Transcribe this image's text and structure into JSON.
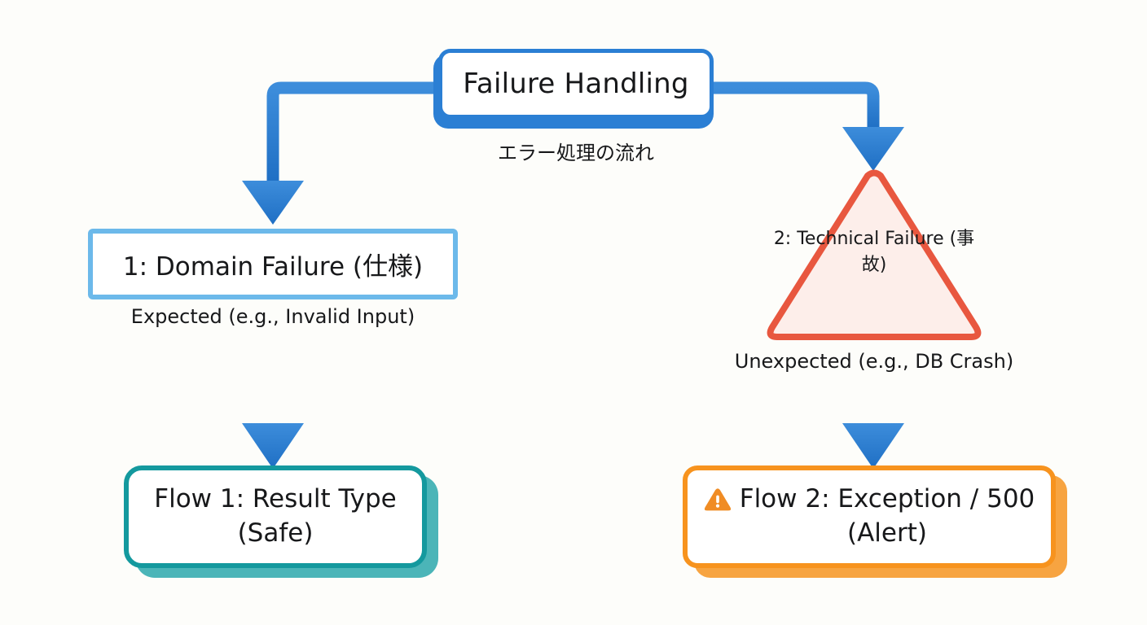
{
  "diagram": {
    "title": "Failure Handling",
    "background": "#fdfdfa",
    "nodes": {
      "root": {
        "label": "Failure Handling",
        "caption": "エラー処理の流れ",
        "color": "#2b7fd4",
        "shape": "rounded-rect-shadow"
      },
      "domain_failure": {
        "label": "1: Domain Failure (仕様)",
        "caption": "Expected (e.g., Invalid Input)",
        "color": "#6cb9ea",
        "shape": "rect"
      },
      "technical_failure": {
        "label": "2:\nTechnical\nFailure\n(事故)",
        "caption": "Unexpected (e.g., DB Crash)",
        "color": "#e8573f",
        "fill": "#fdeeea",
        "shape": "triangle"
      },
      "flow1": {
        "label": "Flow 1: Result Type\n(Safe)",
        "color": "#14999e",
        "shape": "rounded-rect-shadow"
      },
      "flow2": {
        "label": "Flow 2: Exception / 500\n(Alert)",
        "icon": "warning-icon",
        "color": "#f7931e",
        "shape": "rounded-rect-shadow"
      }
    },
    "edges": [
      {
        "name": "root-to-domain-failure",
        "from": "root",
        "to": "domain_failure",
        "color": "#2b7fd4",
        "style": "elbow-left-down"
      },
      {
        "name": "root-to-technical-failure",
        "from": "root",
        "to": "technical_failure",
        "color": "#2b7fd4",
        "style": "elbow-right-down"
      },
      {
        "name": "domain-failure-to-flow1",
        "from": "domain_failure",
        "to": "flow1",
        "color": "#2b7fd4",
        "style": "straight-down"
      },
      {
        "name": "technical-failure-to-flow2",
        "from": "technical_failure",
        "to": "flow2",
        "color": "#2b7fd4",
        "style": "straight-down"
      }
    ]
  },
  "chart_data": {
    "type": "diagram",
    "title": "Failure Handling",
    "subtitle": "エラー処理の流れ",
    "nodes": [
      {
        "id": "root",
        "text": "Failure Handling",
        "caption": "エラー処理の流れ",
        "shape": "rounded-rect",
        "color": "#2b7fd4"
      },
      {
        "id": "domain_failure",
        "text": "1: Domain Failure (仕様)",
        "caption": "Expected (e.g., Invalid Input)",
        "shape": "rect",
        "color": "#6cb9ea"
      },
      {
        "id": "technical_failure",
        "text": "2: Technical Failure (事故)",
        "caption": "Unexpected (e.g., DB Crash)",
        "shape": "triangle",
        "color": "#e8573f"
      },
      {
        "id": "flow1",
        "text": "Flow 1: Result Type (Safe)",
        "shape": "rounded-rect",
        "color": "#14999e"
      },
      {
        "id": "flow2",
        "text": "Flow 2: Exception / 500 (Alert)",
        "shape": "rounded-rect",
        "color": "#f7931e"
      }
    ],
    "edges": [
      [
        "root",
        "domain_failure"
      ],
      [
        "root",
        "technical_failure"
      ],
      [
        "domain_failure",
        "flow1"
      ],
      [
        "technical_failure",
        "flow2"
      ]
    ]
  }
}
